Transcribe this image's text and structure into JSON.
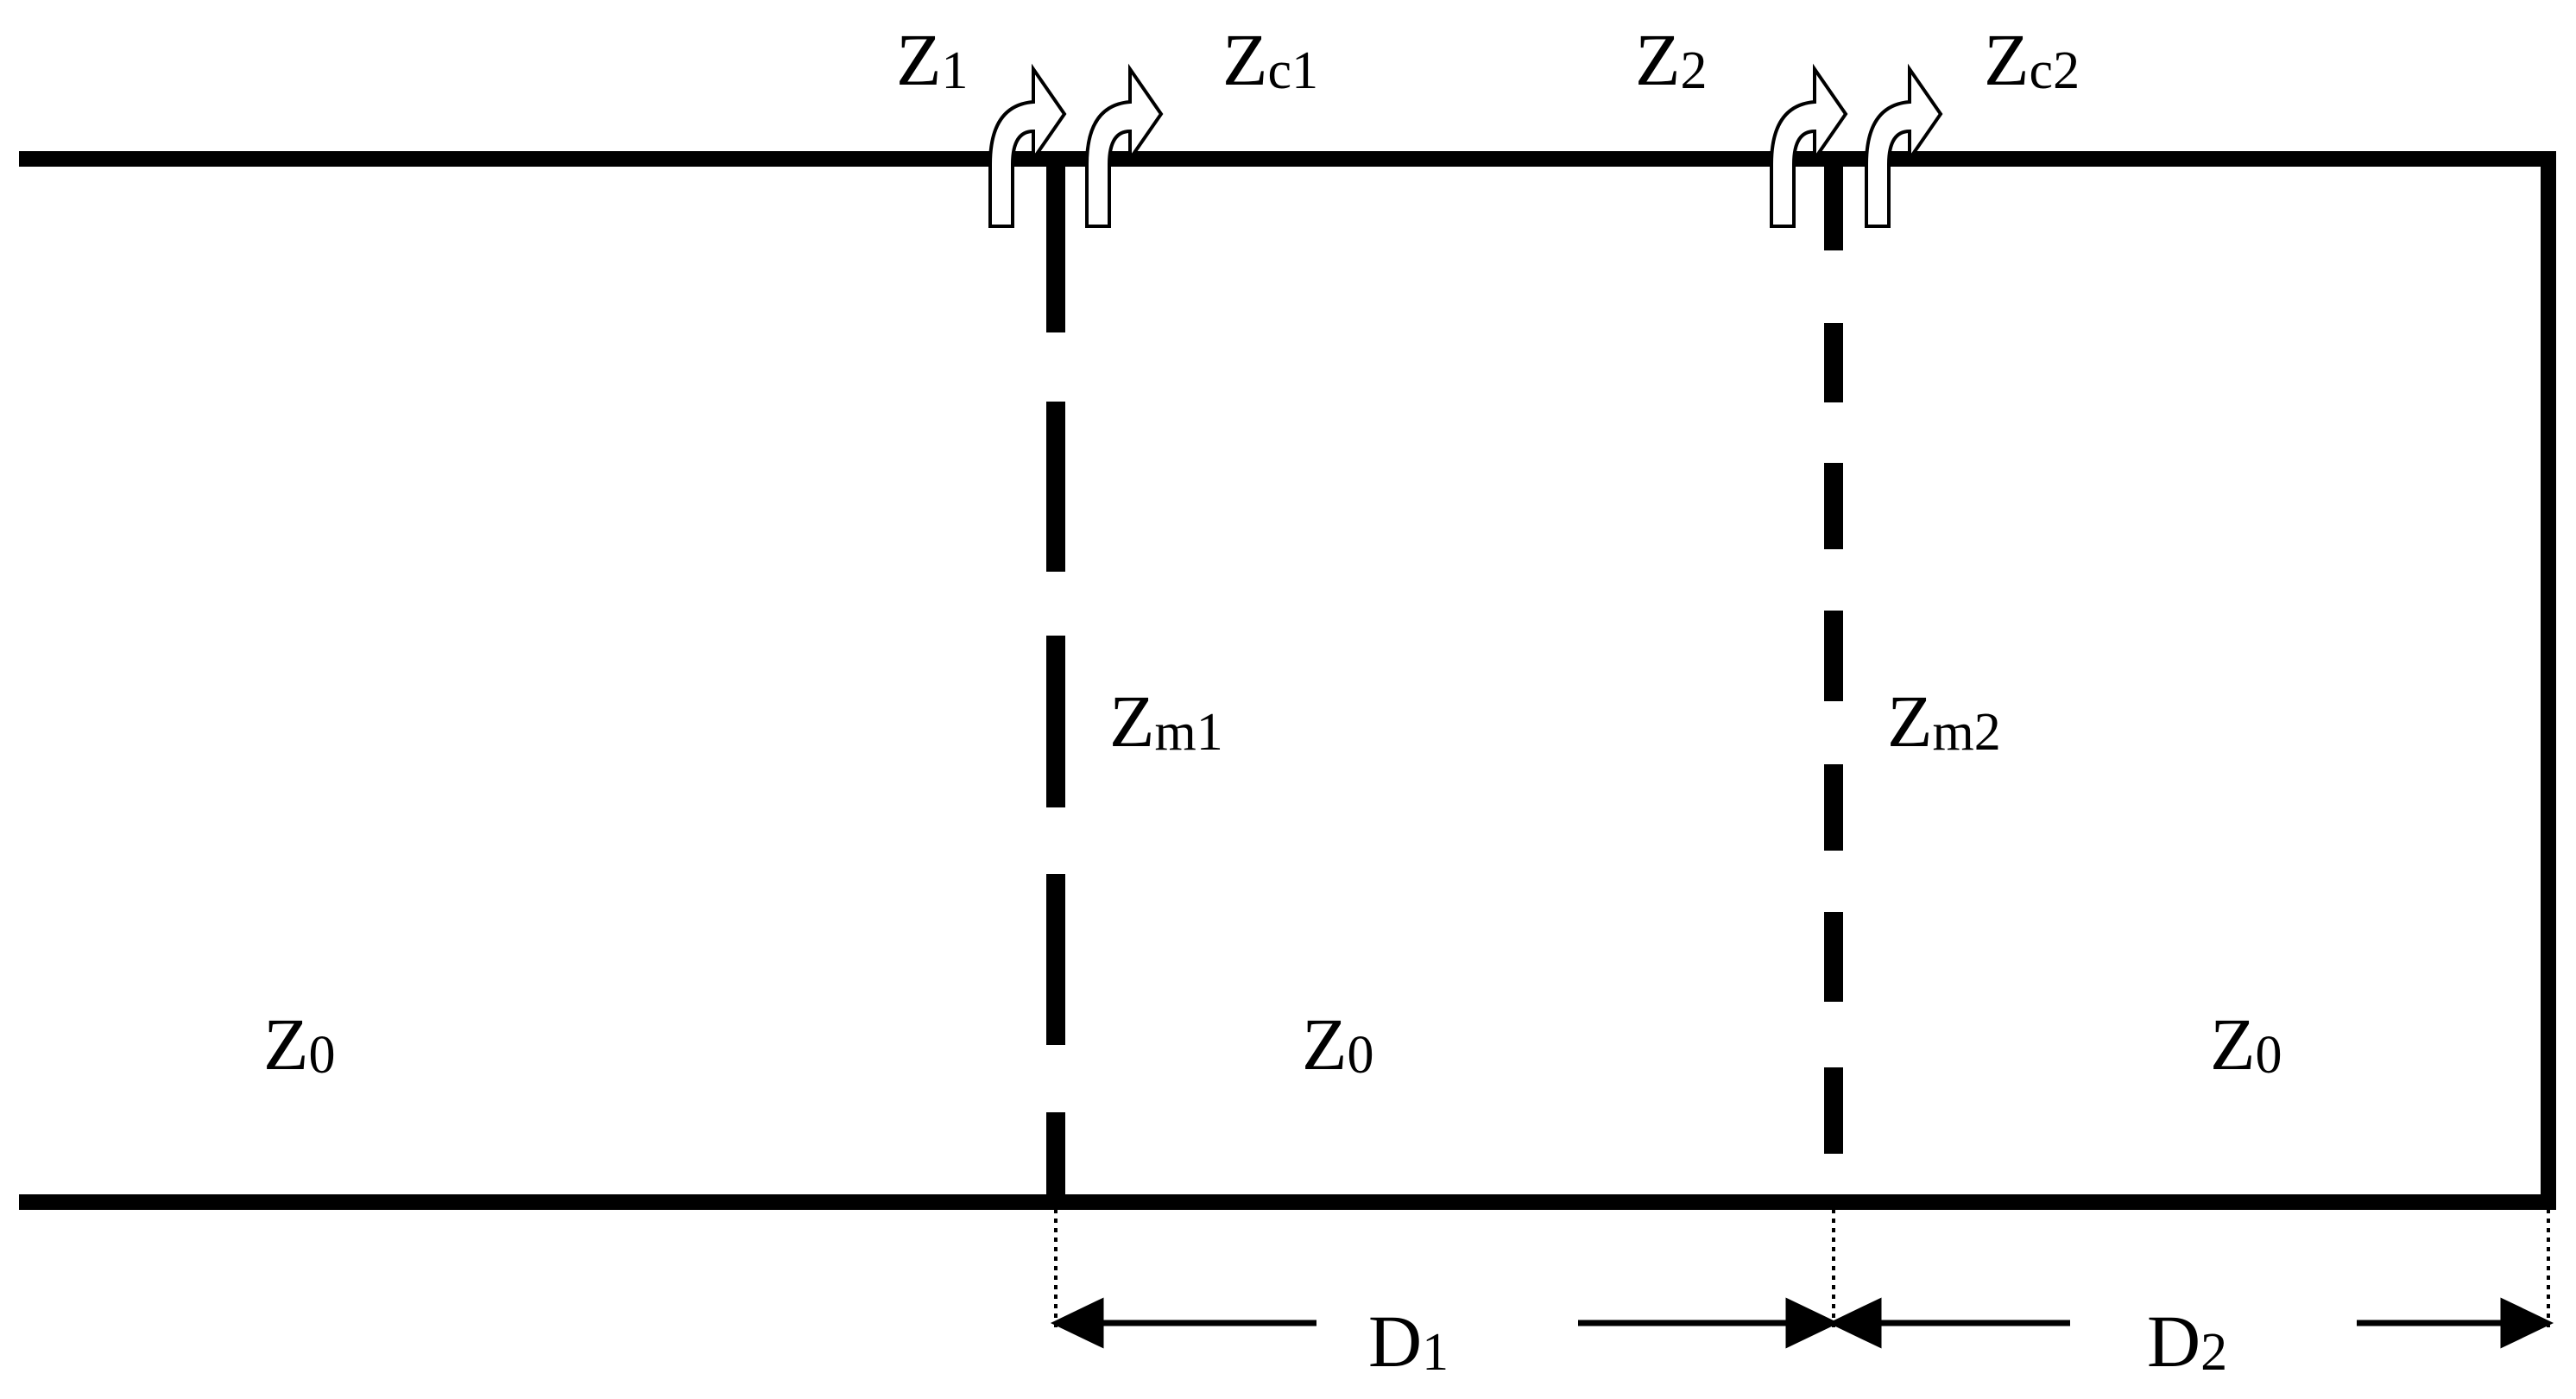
{
  "diagram": {
    "impedance_labels": {
      "z1": {
        "base": "Z",
        "sub": "1"
      },
      "zc1": {
        "base": "Z",
        "sub": "c1"
      },
      "z2": {
        "base": "Z",
        "sub": "2"
      },
      "zc2": {
        "base": "Z",
        "sub": "c2"
      },
      "zm1": {
        "base": "Z",
        "sub": "m1"
      },
      "zm2": {
        "base": "Z",
        "sub": "m2"
      },
      "z0_left": {
        "base": "Z",
        "sub": "0"
      },
      "z0_middle": {
        "base": "Z",
        "sub": "0"
      },
      "z0_right": {
        "base": "Z",
        "sub": "0"
      }
    },
    "dimension_labels": {
      "d1": {
        "base": "D",
        "sub": "1"
      },
      "d2": {
        "base": "D",
        "sub": "2"
      }
    },
    "colors": {
      "line": "#000000",
      "background": "#ffffff",
      "arrow_fill": "#ffffff"
    }
  }
}
